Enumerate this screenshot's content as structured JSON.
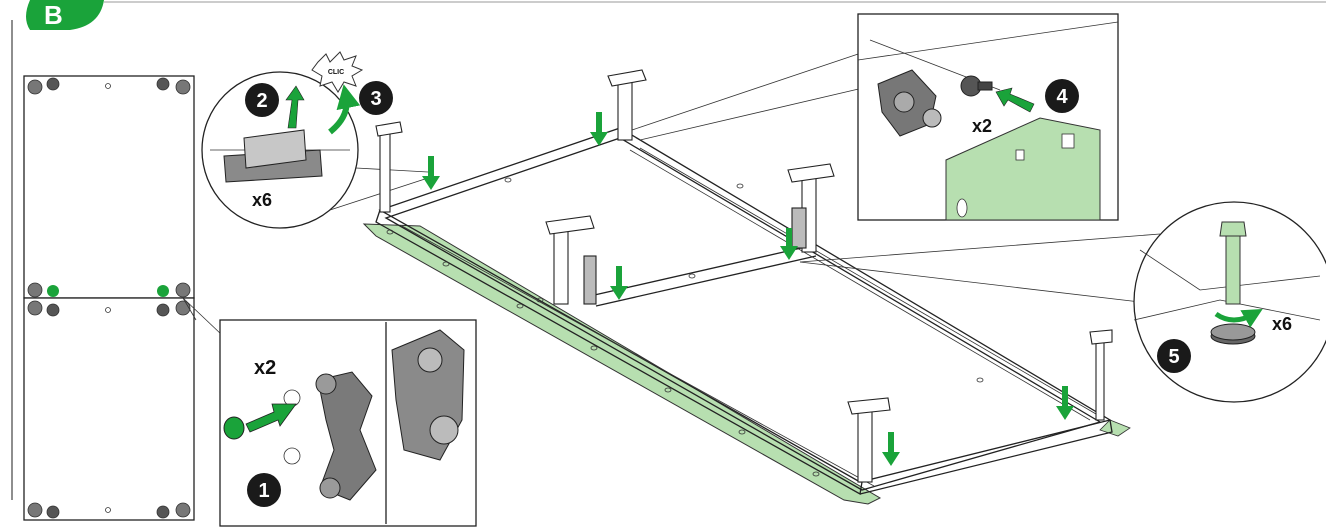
{
  "section_letter": "B",
  "steps": [
    "1",
    "2",
    "3",
    "4",
    "5"
  ],
  "labels": {
    "clic": "CLIC",
    "qty_caps": "x6",
    "qty_plugs": "x2",
    "qty_screws": "x2",
    "qty_feet": "x6"
  },
  "colors": {
    "accent_green": "#1aa33a",
    "light_green": "#b7dfb0",
    "step_badge": "#1a1a1a"
  },
  "icons": [
    "arrow-down-icon",
    "arrow-right-icon",
    "arrow-up-icon",
    "rotate-arrow-icon",
    "clic-burst-icon"
  ]
}
